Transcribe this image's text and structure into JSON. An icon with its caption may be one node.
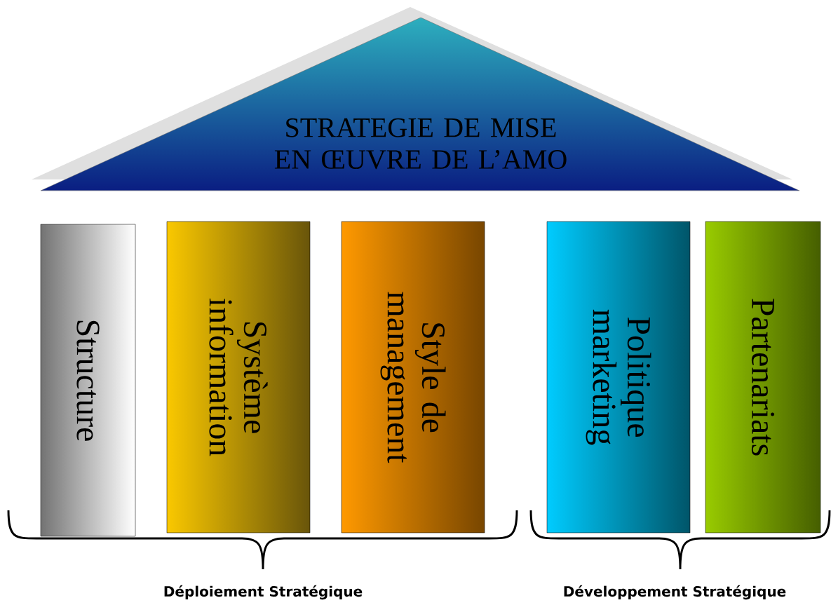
{
  "diagram": {
    "nodes": [
      {
        "text": [
          "STRATEGIE DE MISE EN ŒUVRE DE L’AMO"
        ]
      },
      {
        "text": [
          "Structure"
        ]
      },
      {
        "text": [
          "Système information"
        ]
      },
      {
        "text": [
          "Style de management"
        ]
      },
      {
        "text": [
          "Politique marketing"
        ]
      },
      {
        "text": [
          "Partenariats"
        ]
      }
    ],
    "labels": [
      "Déploiement Stratégique",
      "Développement Stratégique"
    ]
  }
}
